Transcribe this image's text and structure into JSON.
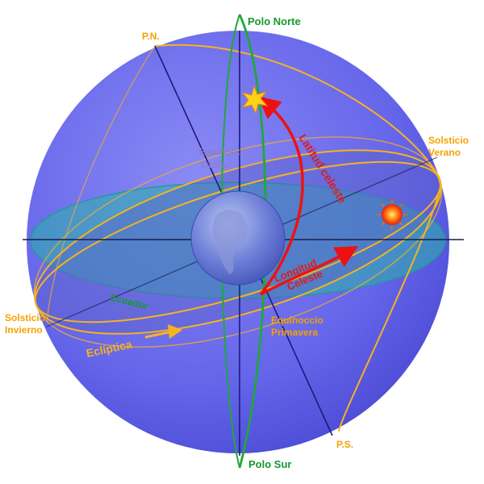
{
  "labels": {
    "north_pole": "Polo Norte",
    "south_pole": "Polo Sur",
    "pn": "P.N.",
    "ps": "P.S.",
    "summer_solstice_1": "Solsticio",
    "summer_solstice_2": "Verano",
    "winter_solstice_1": "Solsticio",
    "winter_solstice_2": "Invierno",
    "autumn_equinox_1": "Equinoccio",
    "autumn_equinox_2": "Otoño",
    "spring_equinox_1": "Equinoccio",
    "spring_equinox_2": "Primavera",
    "celestial_latitude": "Latitud celeste",
    "celestial_longitude_1": "Longitud",
    "celestial_longitude_2": "Celeste",
    "equator": "Ecuador",
    "ecliptic": "Eclíptica"
  },
  "colors": {
    "sphere": "#6f6ff0",
    "equator_plane": "#2ab5a8",
    "ecliptic": "#f5b320",
    "meridian": "#1fa83a",
    "axis": "#1b1b7a",
    "arrow": "#ee1111",
    "label_orange": "#f5a100",
    "label_green": "#139a2d",
    "label_red": "#e01b1b"
  }
}
